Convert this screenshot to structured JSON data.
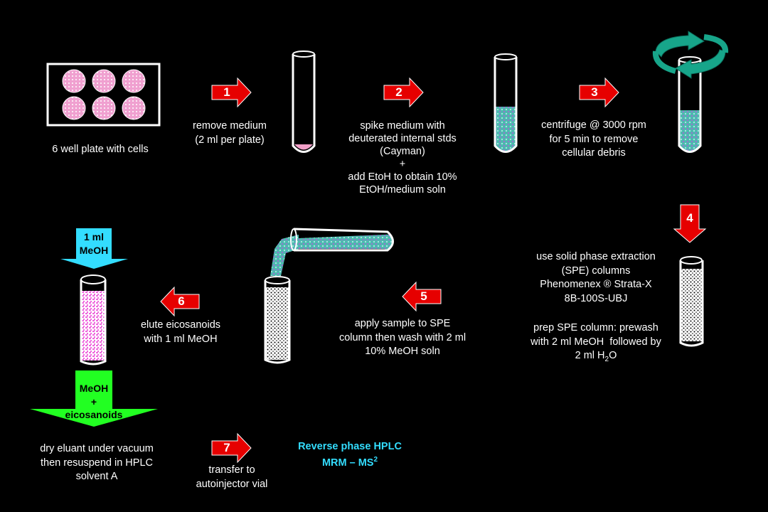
{
  "plate_label": "6 well plate with cells",
  "steps": [
    {
      "num": "1",
      "text": "remove medium\n(2 ml per plate)"
    },
    {
      "num": "2",
      "text": "spike medium with\ndeuterated internal stds\n(Cayman)\n+\nadd EtoH to obtain 10%\nEtOH/medium soln"
    },
    {
      "num": "3",
      "text": "centrifuge @ 3000 rpm\nfor 5 min to remove\ncellular debris"
    },
    {
      "num": "4",
      "text_a": "use solid phase extraction\n(SPE) columns\nPhenomenex ® Strata-X\n8B-100S-UBJ",
      "text_b": "prep SPE column: prewash\nwith 2 ml MeOH  followed by",
      "text_c_pre": "2 ml H",
      "text_c_sub": "2",
      "text_c_post": "O"
    },
    {
      "num": "5",
      "text": "apply sample to SPE\ncolumn then wash with 2 ml\n10% MeOH soln"
    },
    {
      "num": "6",
      "text": "elute eicosanoids\nwith 1 ml MeOH"
    },
    {
      "num": "7",
      "text": "transfer to\nautoinjector vial"
    }
  ],
  "meoh_arrow": "1 ml\nMeOH",
  "eluate_arrow": {
    "line1": "MeOH\n+",
    "line2": "eicosanoids"
  },
  "dry_text": "dry eluant under vacuum\nthen resuspend in HPLC\nsolvent A",
  "hplc": {
    "line1": "Reverse phase HPLC",
    "line2_pre": "MRM – MS",
    "line2_sup": "2"
  },
  "colors": {
    "red": "#e60000",
    "cyan": "#33ddff",
    "green": "#22ff22",
    "pink": "#f29fd0",
    "teal": "#17a58a"
  }
}
